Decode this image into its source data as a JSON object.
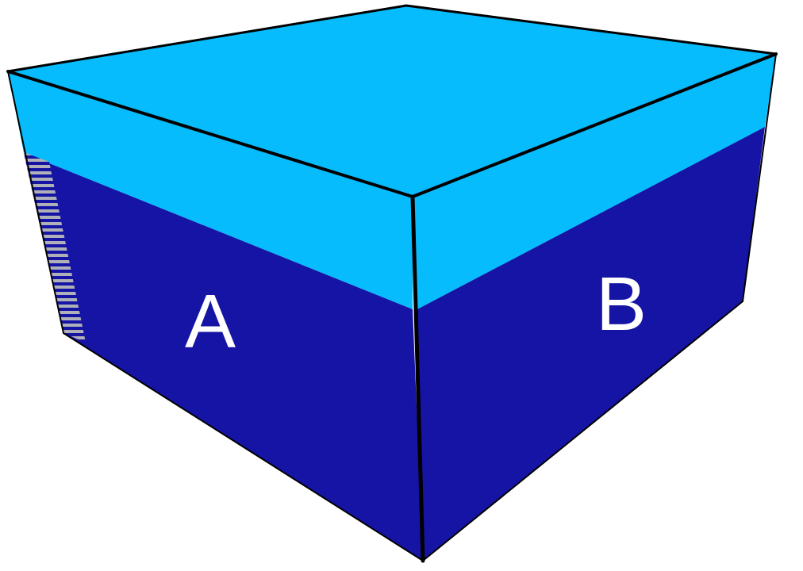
{
  "diagram": {
    "faces": [
      {
        "id": "A",
        "label": "A"
      },
      {
        "id": "B",
        "label": "B"
      }
    ],
    "colors": {
      "upper_layer": "#06BCFD",
      "lower_layer": "#1514A5",
      "outline": "#000000",
      "label_text": "#FFFFFF",
      "hatch_gray": "#B0B0B8"
    }
  }
}
